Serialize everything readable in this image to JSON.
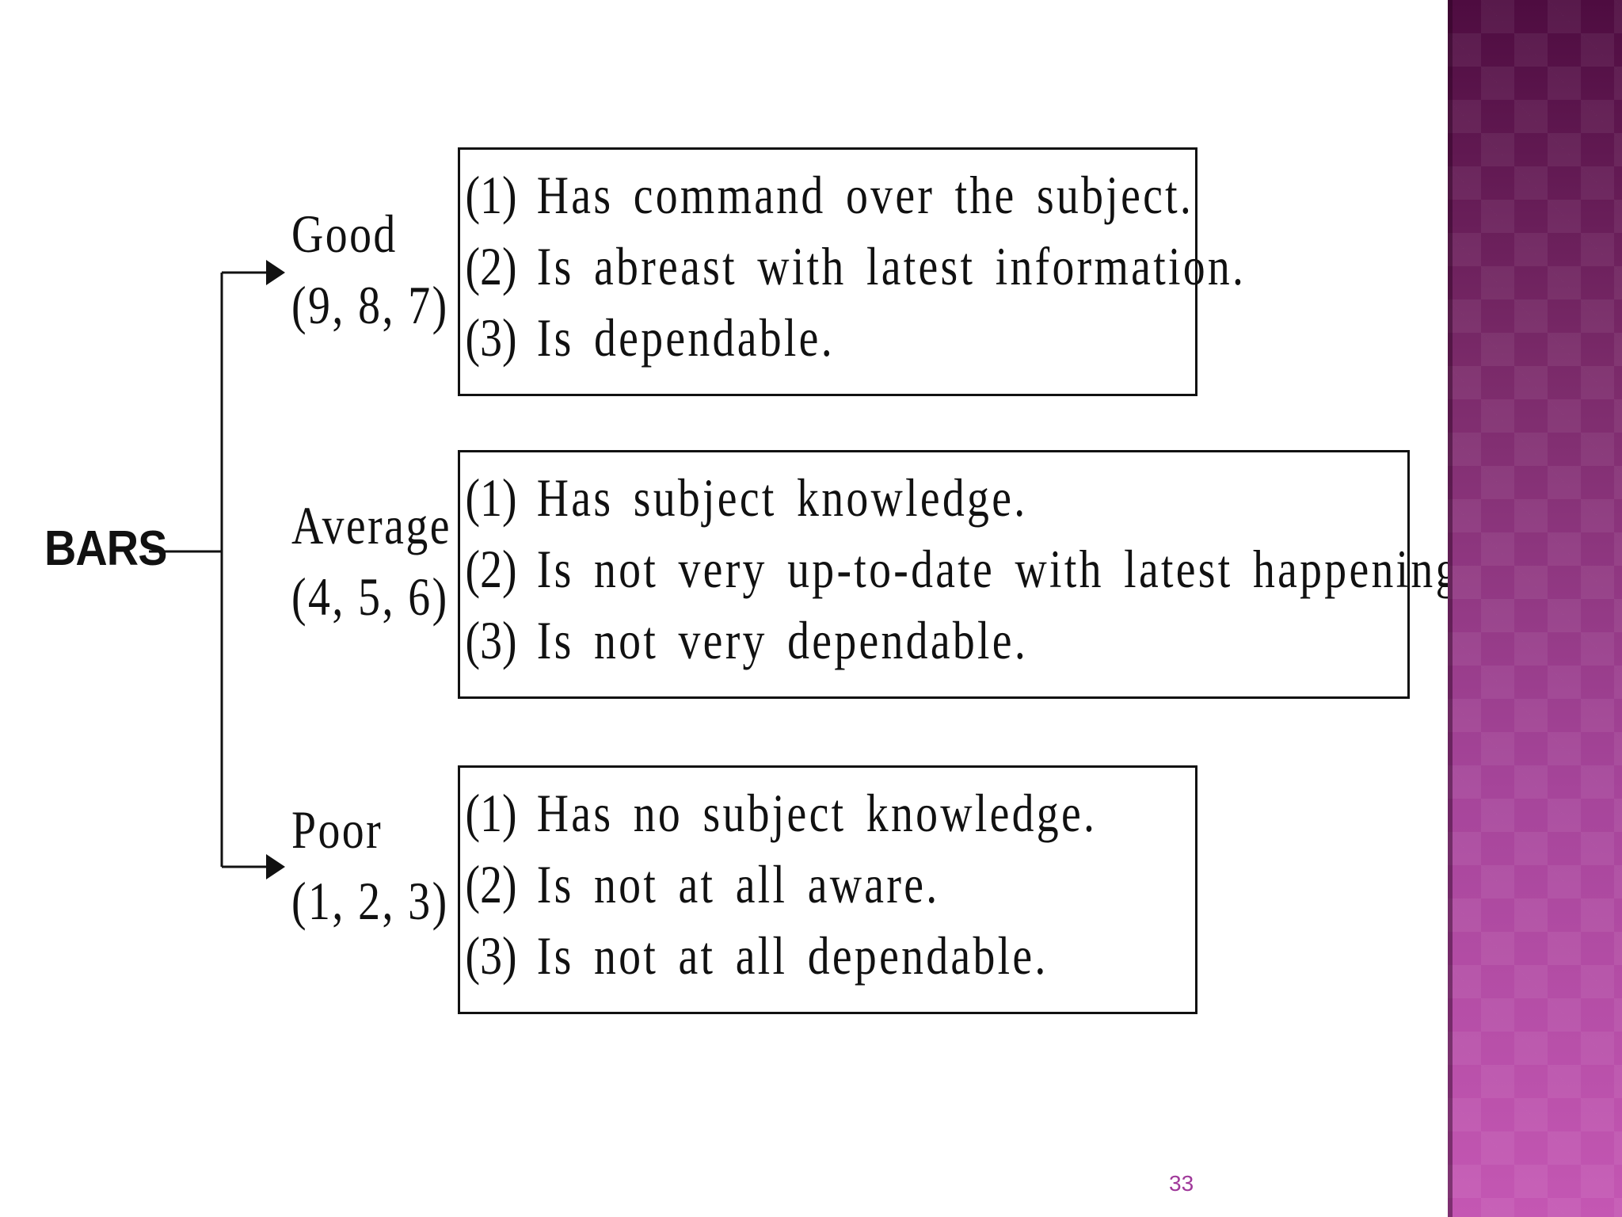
{
  "root_label": "BARS",
  "categories": [
    {
      "name": "Good",
      "scores": "(9, 8, 7)",
      "descriptors": [
        {
          "num": "(1)",
          "text": "Has command over the subject."
        },
        {
          "num": "(2)",
          "text": "Is abreast with latest information."
        },
        {
          "num": "(3)",
          "text": "Is dependable."
        }
      ]
    },
    {
      "name": "Average",
      "scores": "(4, 5, 6)",
      "descriptors": [
        {
          "num": "(1)",
          "text": "Has subject knowledge."
        },
        {
          "num": "(2)",
          "text": "Is not very up-to-date with latest happenings."
        },
        {
          "num": "(3)",
          "text": "Is not very dependable."
        }
      ]
    },
    {
      "name": "Poor",
      "scores": "(1, 2, 3)",
      "descriptors": [
        {
          "num": "(1)",
          "text": "Has no subject knowledge."
        },
        {
          "num": "(2)",
          "text": "Is not at all aware."
        },
        {
          "num": "(3)",
          "text": "Is not at all dependable."
        }
      ]
    }
  ],
  "page_number": "33",
  "colors": {
    "line": "#111111",
    "page_number": "#a0399a",
    "side_band_top": "#4e0c40",
    "side_band_bottom": "#c457b3"
  }
}
